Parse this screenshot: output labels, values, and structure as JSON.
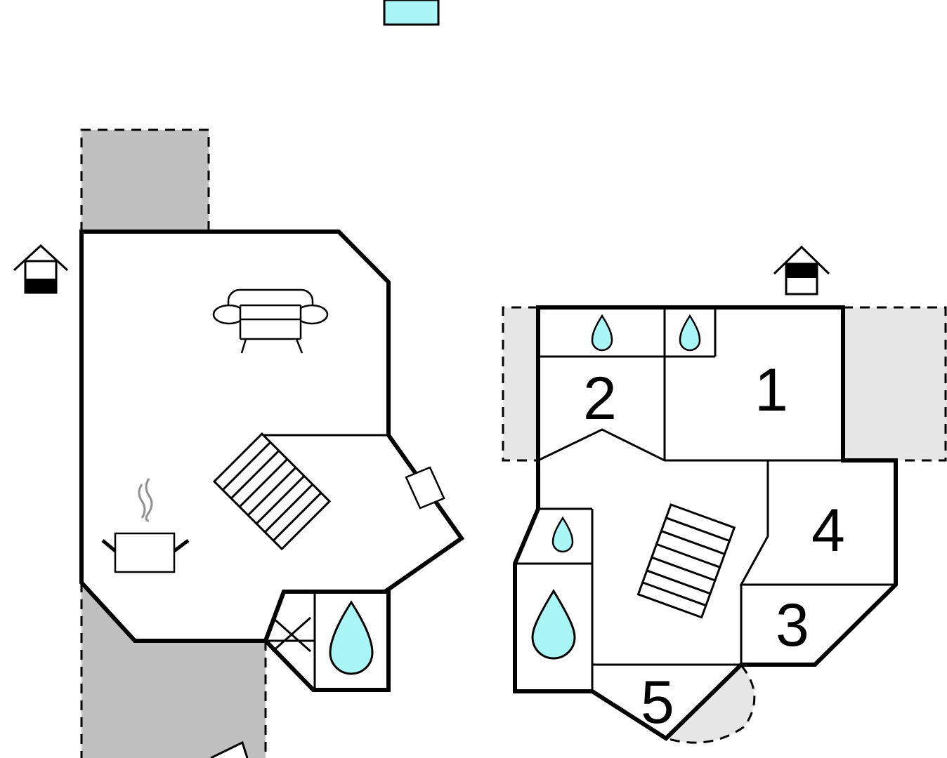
{
  "colors": {
    "wall": "#000000",
    "water": "#aaf5f5",
    "terrace": "#c0c0c0",
    "terrace_light": "#e6e6e6",
    "steam": "#909090"
  },
  "rooms": [
    {
      "id": "room-1",
      "label": "1"
    },
    {
      "id": "room-2",
      "label": "2"
    },
    {
      "id": "room-3",
      "label": "3"
    },
    {
      "id": "room-4",
      "label": "4"
    },
    {
      "id": "room-5",
      "label": "5"
    }
  ],
  "icons": [
    "entrance-house-icon",
    "sofa-icon",
    "cooking-pot-icon",
    "stairs-icon",
    "water-drop-icon",
    "window-icon"
  ]
}
